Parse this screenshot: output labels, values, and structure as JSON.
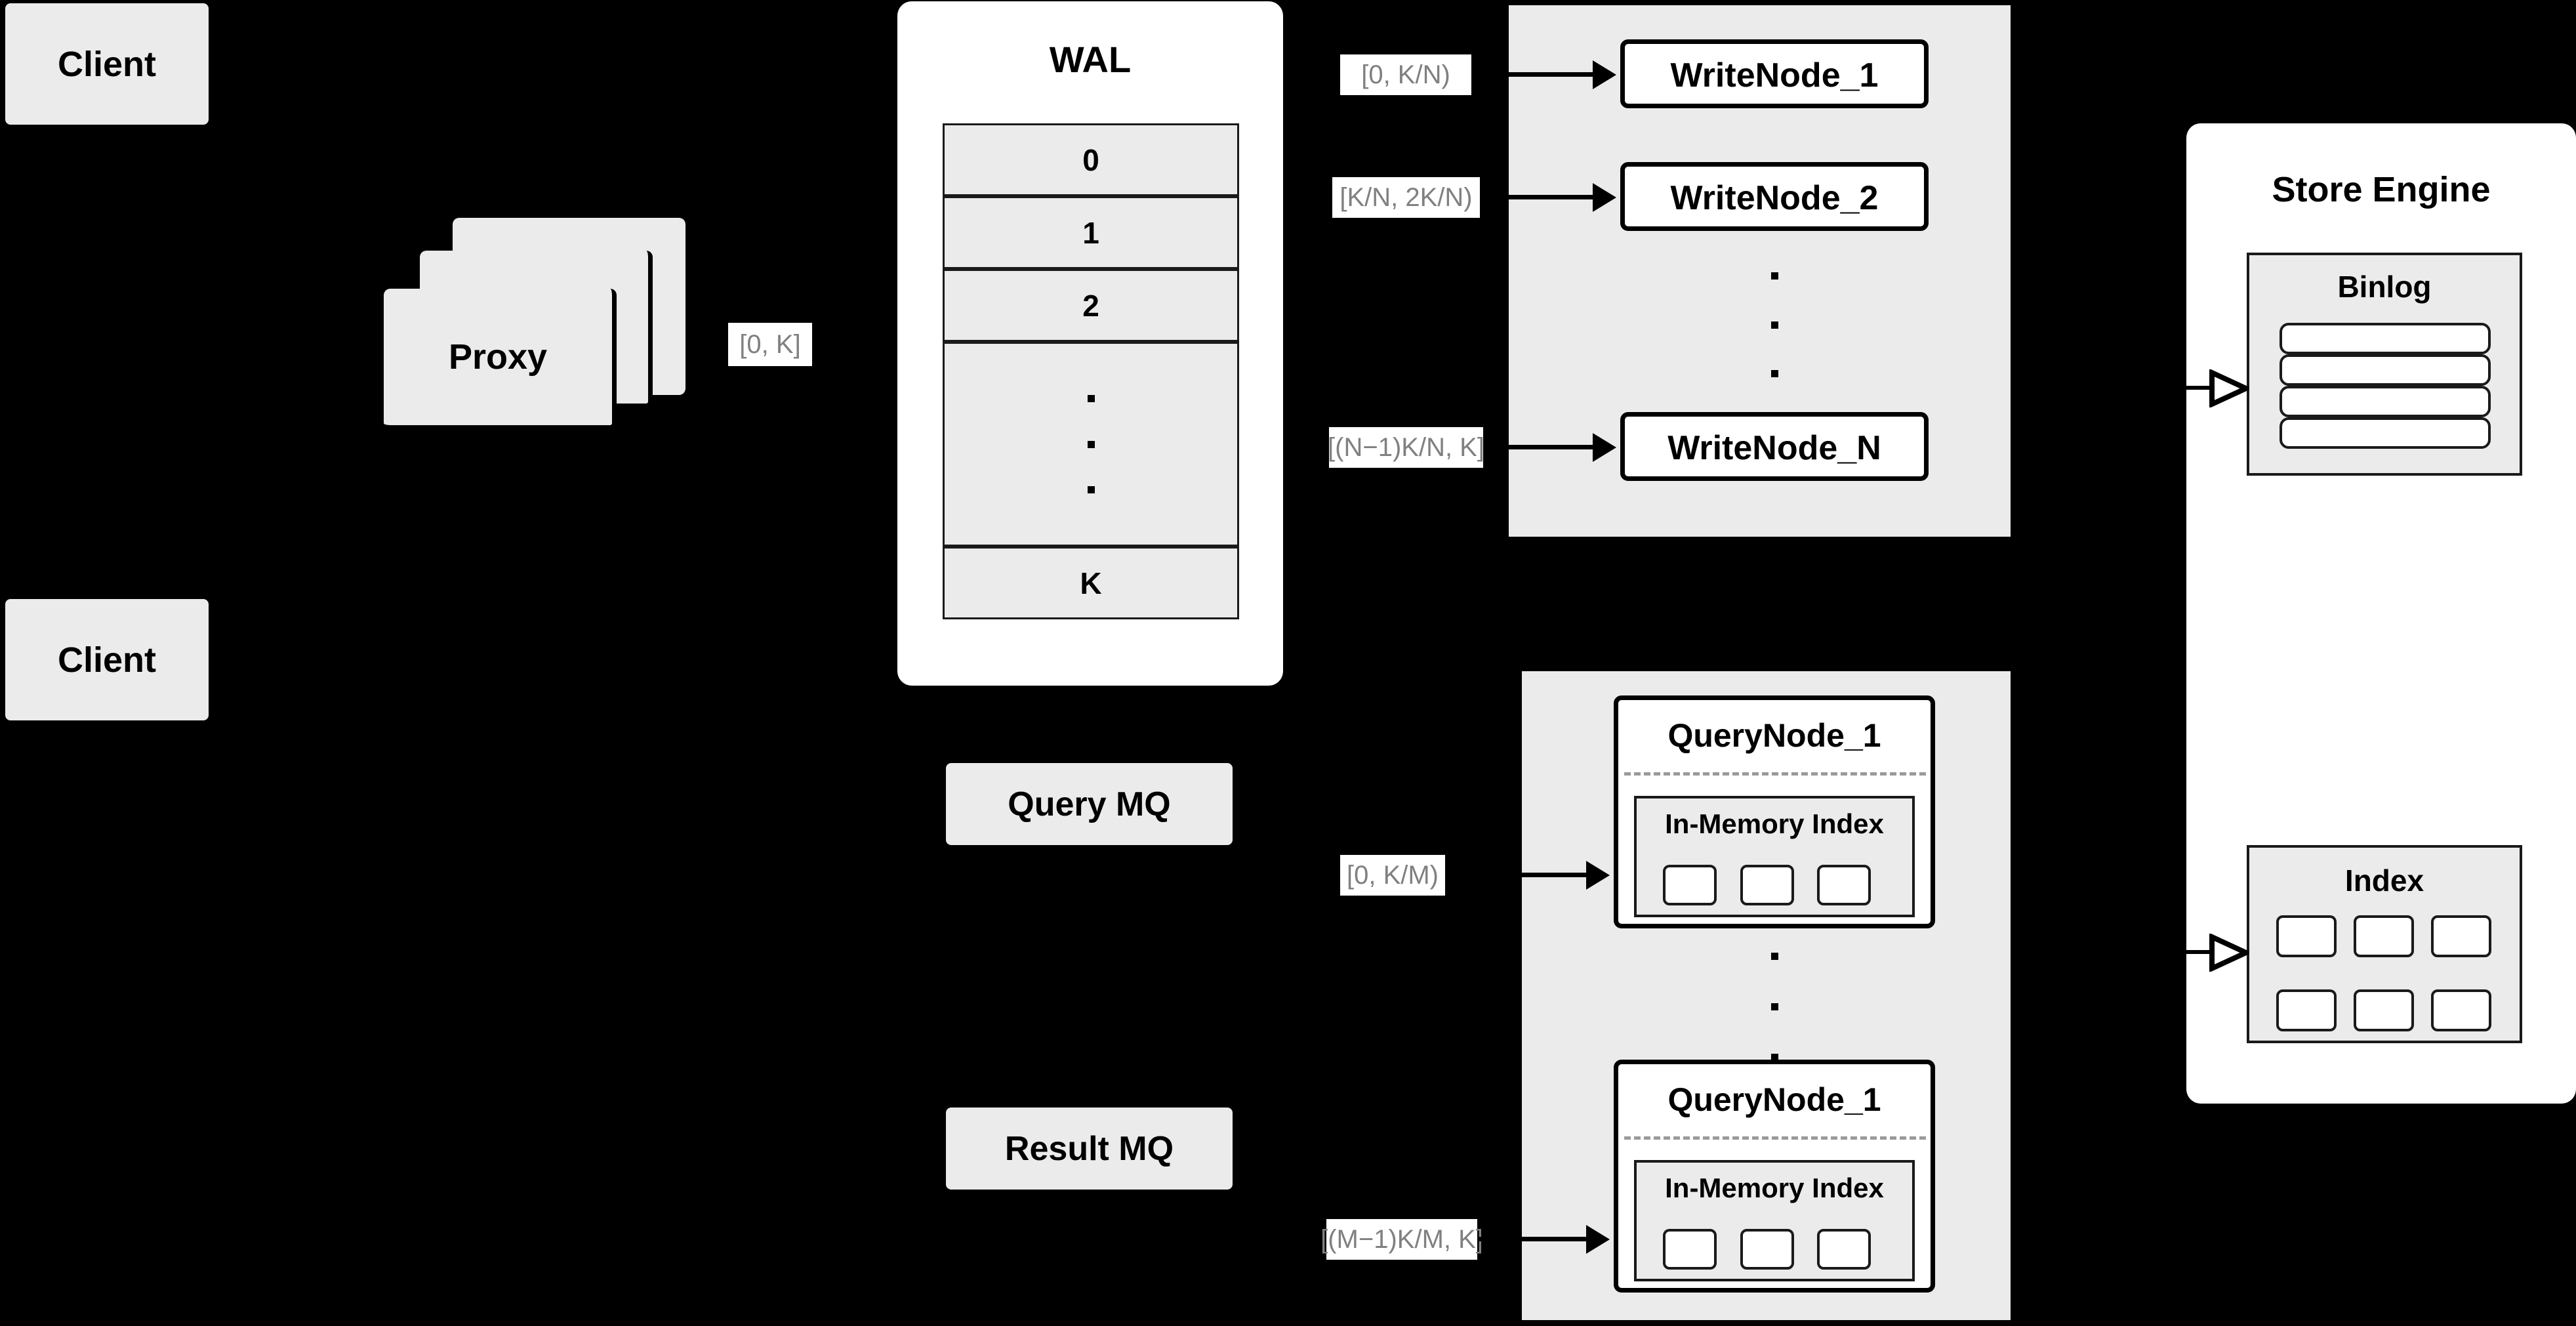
{
  "diagram": {
    "title": "Distributed Write/Query Architecture",
    "colors": {
      "background": "#000000",
      "card_fill": "#ebebeb",
      "panel_fill": "#ffffff",
      "stroke": "#000000",
      "label_text": "#808080",
      "dashed_separator": "#9a9a9a"
    }
  },
  "clients": [
    {
      "label": "Client"
    },
    {
      "label": "Client"
    }
  ],
  "proxy": {
    "label": "Proxy",
    "stack_count": 3,
    "output_range_label": "[0, K]"
  },
  "wal": {
    "title": "WAL",
    "slots": [
      {
        "label": "0"
      },
      {
        "label": "1"
      },
      {
        "label": "2"
      },
      {
        "label": "···",
        "is_ellipsis": true
      },
      {
        "label": "K"
      }
    ]
  },
  "write_nodes": {
    "nodes": [
      {
        "label": "WriteNode_1",
        "range_label": "[0,  K/N)"
      },
      {
        "label": "WriteNode_2",
        "range_label": "[K/N, 2K/N)"
      },
      {
        "label": "WriteNode_N",
        "range_label": "[(N−1)K/N,  K]"
      }
    ],
    "ellipsis": true
  },
  "query_mq": {
    "label": "Query MQ"
  },
  "result_mq": {
    "label": "Result MQ"
  },
  "query_nodes": {
    "nodes": [
      {
        "label": "QueryNode_1",
        "range_label": "[0, K/M)",
        "index": {
          "title": "In-Memory Index",
          "segment_count": 3
        }
      },
      {
        "label": "QueryNode_1",
        "range_label": "[(M−1)K/M, K]",
        "index": {
          "title": "In-Memory Index",
          "segment_count": 3
        }
      }
    ],
    "ellipsis": true
  },
  "store_engine": {
    "title": "Store Engine",
    "binlog": {
      "title": "Binlog",
      "row_count": 4
    },
    "index": {
      "title": "Index",
      "cell_count": 6,
      "columns": 3,
      "rows": 2
    }
  }
}
